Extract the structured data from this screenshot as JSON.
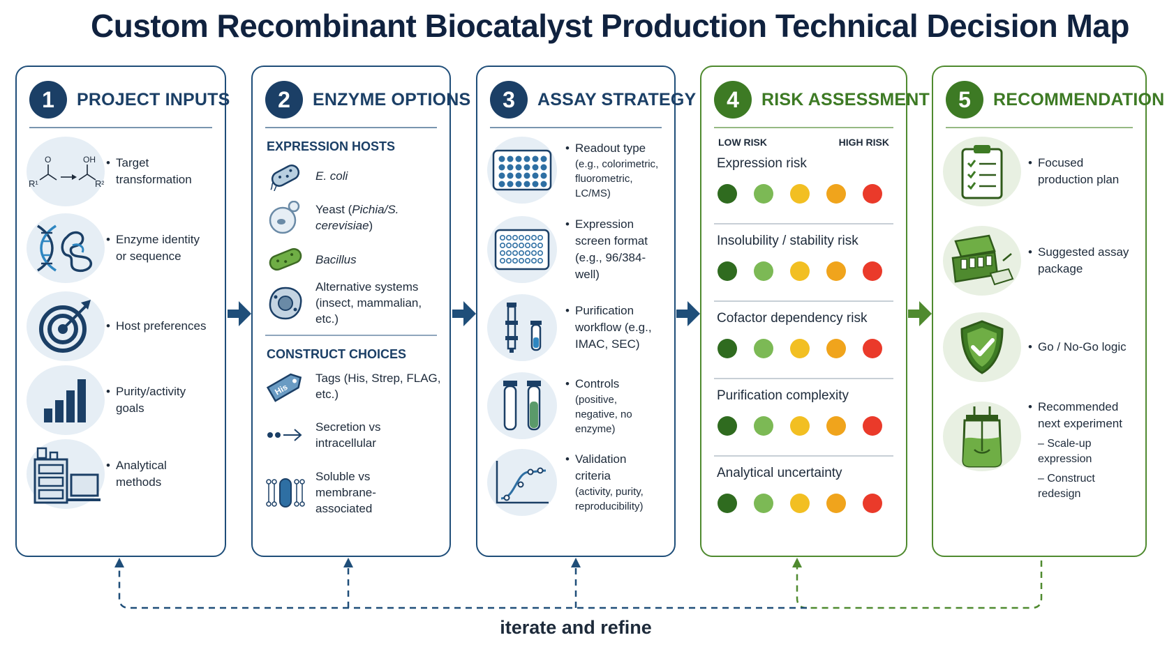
{
  "title": "Custom Recombinant Biocatalyst Production Technical Decision Map",
  "panels": [
    {
      "number": "1",
      "title": "PROJECT INPUTS",
      "items": [
        {
          "icon": "reaction-scheme-icon",
          "text": "Target transformation",
          "r1": "R¹",
          "r2": "R²",
          "o": "O",
          "oh": "OH"
        },
        {
          "icon": "dna-protein-icon",
          "text": "Enzyme identity or sequence"
        },
        {
          "icon": "target-icon",
          "text": "Host preferences"
        },
        {
          "icon": "bar-chart-icon",
          "text": "Purity/activity goals"
        },
        {
          "icon": "lab-instrument-icon",
          "text": "Analytical methods"
        }
      ]
    },
    {
      "number": "2",
      "title": "ENZYME OPTIONS",
      "hosts_title": "EXPRESSION HOSTS",
      "hosts": [
        {
          "icon": "e-coli-icon",
          "text": "E. coli"
        },
        {
          "icon": "yeast-icon",
          "text_pre": "Yeast (",
          "text_it": "Pichia/S. cerevisiae",
          "text_post": ")"
        },
        {
          "icon": "bacillus-icon",
          "text": "Bacillus"
        },
        {
          "icon": "cell-icon",
          "text": "Alternative systems (insect, mammalian, etc.)"
        }
      ],
      "construct_title": "CONSTRUCT CHOICES",
      "constructs": [
        {
          "icon": "tag-icon",
          "text": "Tags (His, Strep, FLAG, etc.)",
          "tag_label": "His"
        },
        {
          "icon": "secretion-arrow-icon",
          "text": "Secretion vs intracellular"
        },
        {
          "icon": "membrane-icon",
          "text": "Soluble vs membrane-associated"
        }
      ]
    },
    {
      "number": "3",
      "title": "ASSAY STRATEGY",
      "items": [
        {
          "icon": "plate-96-icon",
          "text": "Readout type",
          "sub": "(e.g., colorimetric, fluorometric, LC/MS)"
        },
        {
          "icon": "plate-384-icon",
          "text": "Expression screen format (e.g., 96/384-well)"
        },
        {
          "icon": "column-vial-icon",
          "text": "Purification workflow (e.g., IMAC, SEC)"
        },
        {
          "icon": "tubes-icon",
          "text": "Controls",
          "sub": "(positive, negative, no enzyme)"
        },
        {
          "icon": "curve-icon",
          "text": "Validation criteria",
          "sub": "(activity, purity, reproducibility)"
        }
      ]
    },
    {
      "number": "4",
      "title": "RISK ASSESSMENT",
      "scale_low": "LOW RISK",
      "scale_high": "HIGH RISK",
      "risks": [
        "Expression risk",
        "Insolubility / stability risk",
        "Cofactor dependency risk",
        "Purification complexity",
        "Analytical uncertainty"
      ],
      "risk_colors": [
        "#2f6b1f",
        "#7cb955",
        "#f2bf22",
        "#f0a41c",
        "#ea3a2a"
      ]
    },
    {
      "number": "5",
      "title": "RECOMMENDATION",
      "items": [
        {
          "icon": "clipboard-checklist-icon",
          "text": "Focused production plan"
        },
        {
          "icon": "assay-kit-icon",
          "text": "Suggested assay package"
        },
        {
          "icon": "shield-check-icon",
          "text": "Go / No-Go logic"
        },
        {
          "icon": "bioreactor-icon",
          "text": "Recommended next experiment",
          "subs": [
            "–  Scale-up expression",
            "–  Construct redesign"
          ]
        }
      ]
    }
  ],
  "loop_label": "iterate and refine",
  "colors": {
    "navy": "#1b3f66",
    "green": "#3d7a24",
    "title": "#10223f"
  }
}
